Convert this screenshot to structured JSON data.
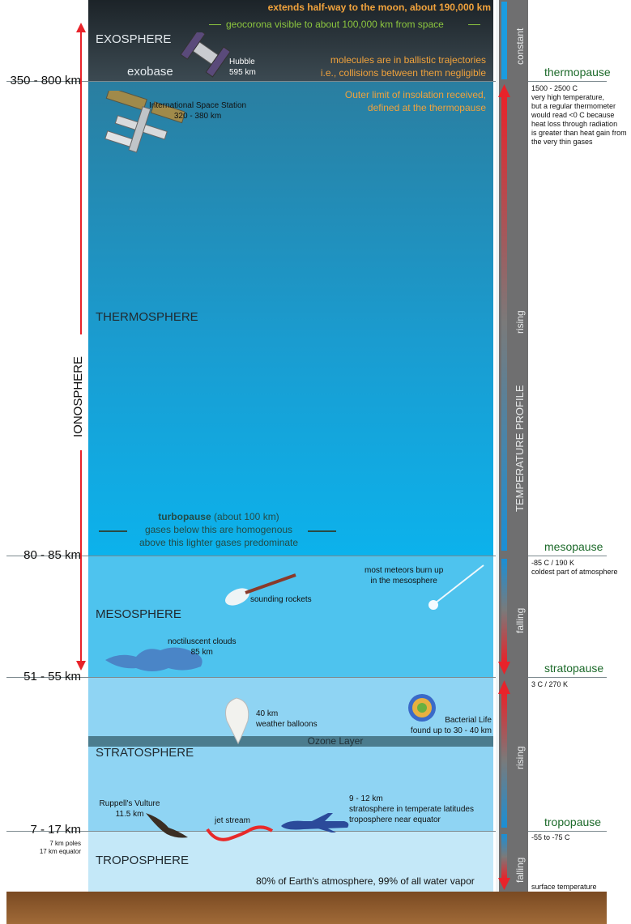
{
  "layers": {
    "exosphere": "EXOSPHERE",
    "thermosphere": "THERMOSPHERE",
    "mesosphere": "MESOSPHERE",
    "stratosphere": "STRATOSPHERE",
    "troposphere": "TROPOSPHERE",
    "ozone": "Ozone Layer",
    "ionosphere": "IONOSPHERE",
    "exobase": "exobase"
  },
  "altitudes": {
    "thermopause": "350 - 800 km",
    "mesopause": "80 - 85 km",
    "stratopause": "51 - 55 km",
    "tropopause": "7 - 17 km",
    "tropopause_poles": "7 km poles",
    "tropopause_equator": "17 km equator"
  },
  "boundaries": {
    "thermopause": "thermopause",
    "mesopause": "mesopause",
    "stratopause": "stratopause",
    "tropopause": "tropopause"
  },
  "exo_notes": {
    "moon": "extends half-way to the moon, about 190,000 km",
    "geocorona": "geocorona visible to about 100,000 km from space",
    "ballistic_1": "molecules are in ballistic trajectories",
    "ballistic_2": "i.e., collisions between them negligible",
    "insolation_1": "Outer limit of insolation received,",
    "insolation_2": "defined at the thermopause"
  },
  "objects": {
    "hubble_1": "Hubble",
    "hubble_2": "595 km",
    "iss_1": "International Space Station",
    "iss_2": "320 - 380 km",
    "turbo_bold": "turbopause",
    "turbo_rest": " (about 100 km)",
    "turbo_2": "gases below this are homogenous",
    "turbo_3": "above this lighter gases predominate",
    "meteors_1": "most meteors burn up",
    "meteors_2": "in the mesosphere",
    "rockets": "sounding rockets",
    "clouds_1": "noctiluscent clouds",
    "clouds_2": "85 km",
    "balloons_1": "40 km",
    "balloons_2": "weather balloons",
    "bacteria_1": "Bacterial Life",
    "bacteria_2": "found up to 30 - 40 km",
    "vulture_1": "Ruppell's Vulture",
    "vulture_2": "11.5 km",
    "jet": "jet stream",
    "plane_1": "9 - 12 km",
    "plane_2": "stratosphere in temperate latitudes",
    "plane_3": "troposphere near equator",
    "tropo_note": "80% of Earth's atmosphere, 99% of all water vapor"
  },
  "temperature": {
    "title": "TEMPERATURE PROFILE",
    "constant": "constant",
    "rising_thermo": "rising",
    "falling_meso": "falling",
    "rising_strato": "rising",
    "falling_tropo": "falling"
  },
  "temp_notes": {
    "thermo_1": "1500 - 2500 C",
    "thermo_2": "very high temperature,",
    "thermo_3": "but a regular thermometer",
    "thermo_4": "would read <0 C because",
    "thermo_5": "heat loss through radiation",
    "thermo_6": "is greater than heat gain from",
    "thermo_7": "the very thin gases",
    "meso_1": "-85 C / 190 K",
    "meso_2": "coldest part of atmosphere",
    "strato_1": "3 C / 270 K",
    "tropo_1": "-55 to -75 C",
    "surface": "surface temperature"
  },
  "colors": {
    "arrow_red": "#e8232a",
    "pause_green": "#1c6a2a",
    "note_orange": "#f0a23c",
    "note_green": "#8cc63f",
    "ground": "#8b5a2b"
  }
}
